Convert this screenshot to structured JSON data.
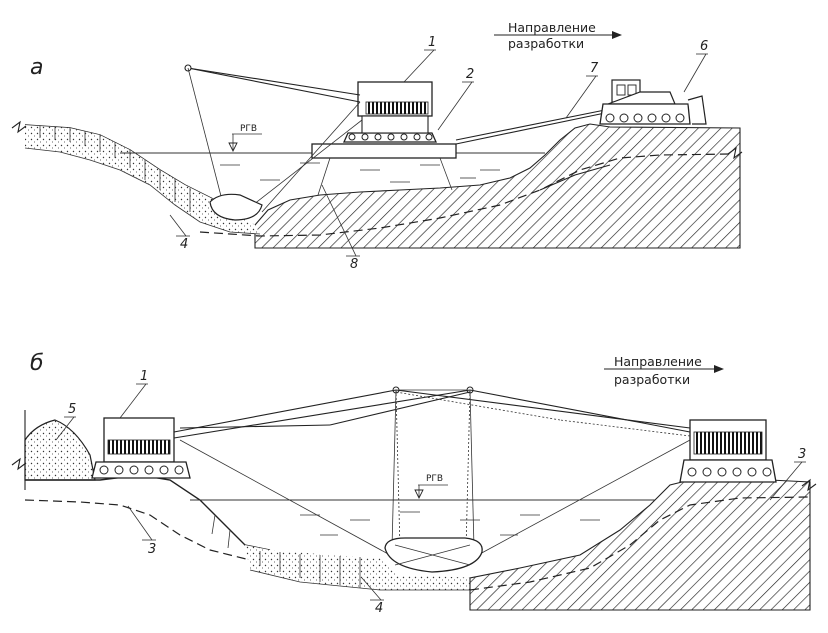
{
  "panels": [
    {
      "id": "a",
      "letter": "а",
      "direction": [
        "Направление",
        "разработки"
      ],
      "water_label": "РГВ",
      "callouts": [
        "1",
        "2",
        "4",
        "6",
        "7",
        "8"
      ]
    },
    {
      "id": "b",
      "letter": "б",
      "direction": [
        "Направление",
        "разработки"
      ],
      "water_label": "РГВ",
      "callouts": [
        "1",
        "3",
        "3",
        "4",
        "5"
      ]
    }
  ]
}
